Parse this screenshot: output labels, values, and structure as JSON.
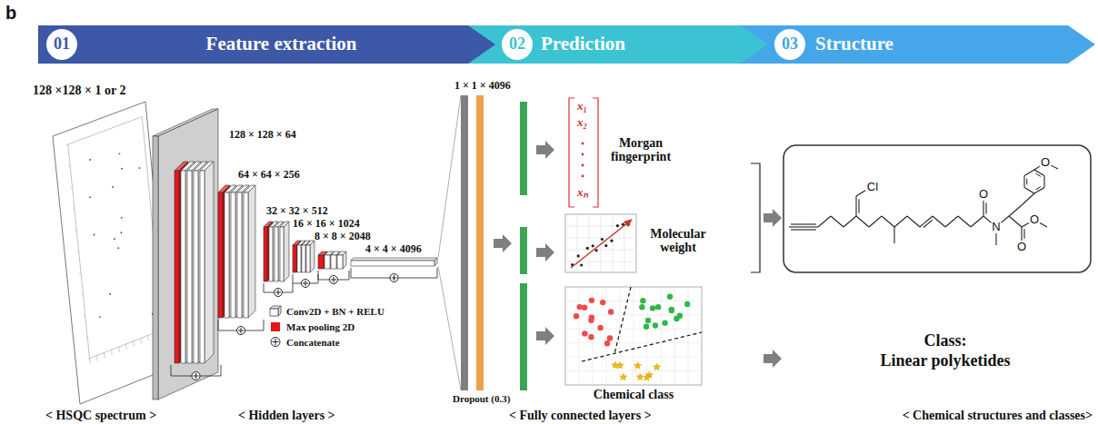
{
  "diagram": {
    "nodes": [
      {
        "text": [
          "01",
          "Feature extraction"
        ]
      },
      {
        "text": [
          "02",
          "Prediction"
        ]
      },
      {
        "text": [
          "03",
          "Structure"
        ]
      }
    ],
    "labels": [
      "b",
      "128 ×128 × 1 or 2",
      "128 × 128 × 64",
      "64 × 64 × 256",
      "32 × 32 × 512",
      "16 × 16 × 1024",
      "8 × 8 × 2048",
      "4 × 4 × 4096",
      "1 × 1 × 4096",
      "Dropout (0.3)",
      "x₁",
      "x₂",
      "xₙ",
      "Morgan fingerprint",
      "Molecular weight",
      "Chemical class",
      "Cl",
      "O",
      "N",
      "O",
      "O",
      "O",
      "Class:",
      "Linear polyketides",
      "< HSQC spectrum >",
      "< Hidden layers >",
      "< Fully connected layers >",
      "< Chemical structures and classes>"
    ],
    "legend": [
      {
        "text": "Conv2D + BN + RELU"
      },
      {
        "text": "Max pooling 2D",
        "color": "#e8161b"
      },
      {
        "text": "Concatenate"
      }
    ]
  }
}
